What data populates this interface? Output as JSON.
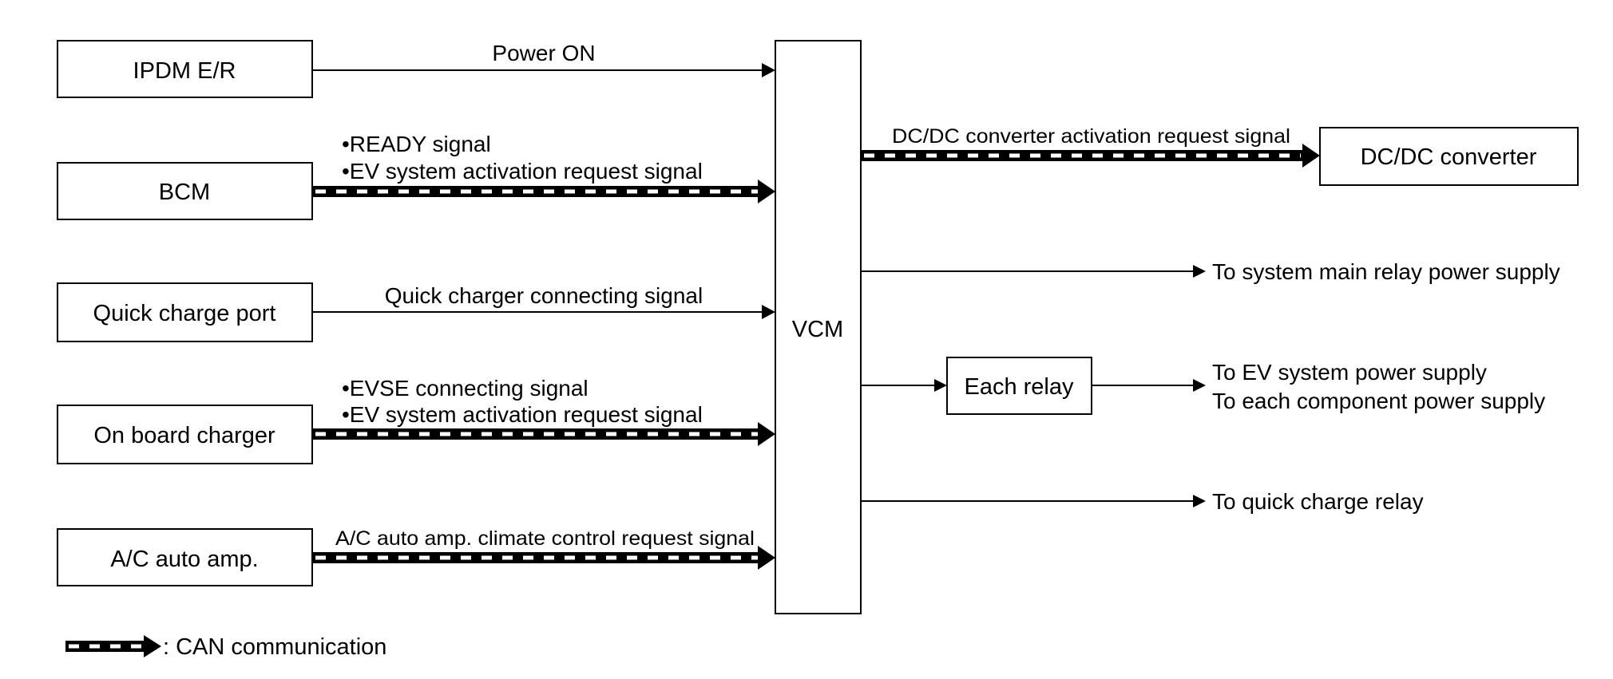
{
  "nodes": {
    "ipdm": {
      "label": "IPDM E/R"
    },
    "bcm": {
      "label": "BCM"
    },
    "quick_charge_port": {
      "label": "Quick charge port"
    },
    "on_board_charger": {
      "label": "On board charger"
    },
    "ac_auto_amp": {
      "label": "A/C auto amp."
    },
    "vcm": {
      "label": "VCM"
    },
    "dcdc": {
      "label": "DC/DC converter"
    },
    "each_relay": {
      "label": "Each relay"
    }
  },
  "signals": {
    "power_on": "Power ON",
    "bcm_line1": "•READY signal",
    "bcm_line2": "•EV system activation request signal",
    "quick_charger": "Quick charger connecting signal",
    "obc_line1": "•EVSE connecting signal",
    "obc_line2": "•EV system activation request signal",
    "ac_request": "A/C auto amp. climate control request signal",
    "dcdc_request": "DC/DC converter activation request signal"
  },
  "outputs": {
    "system_main_relay": "To system main relay power supply",
    "ev_system": "To EV system power supply",
    "each_component": "To each component power supply",
    "quick_charge_relay": "To quick charge relay"
  },
  "legend": {
    "can": ": CAN communication"
  }
}
